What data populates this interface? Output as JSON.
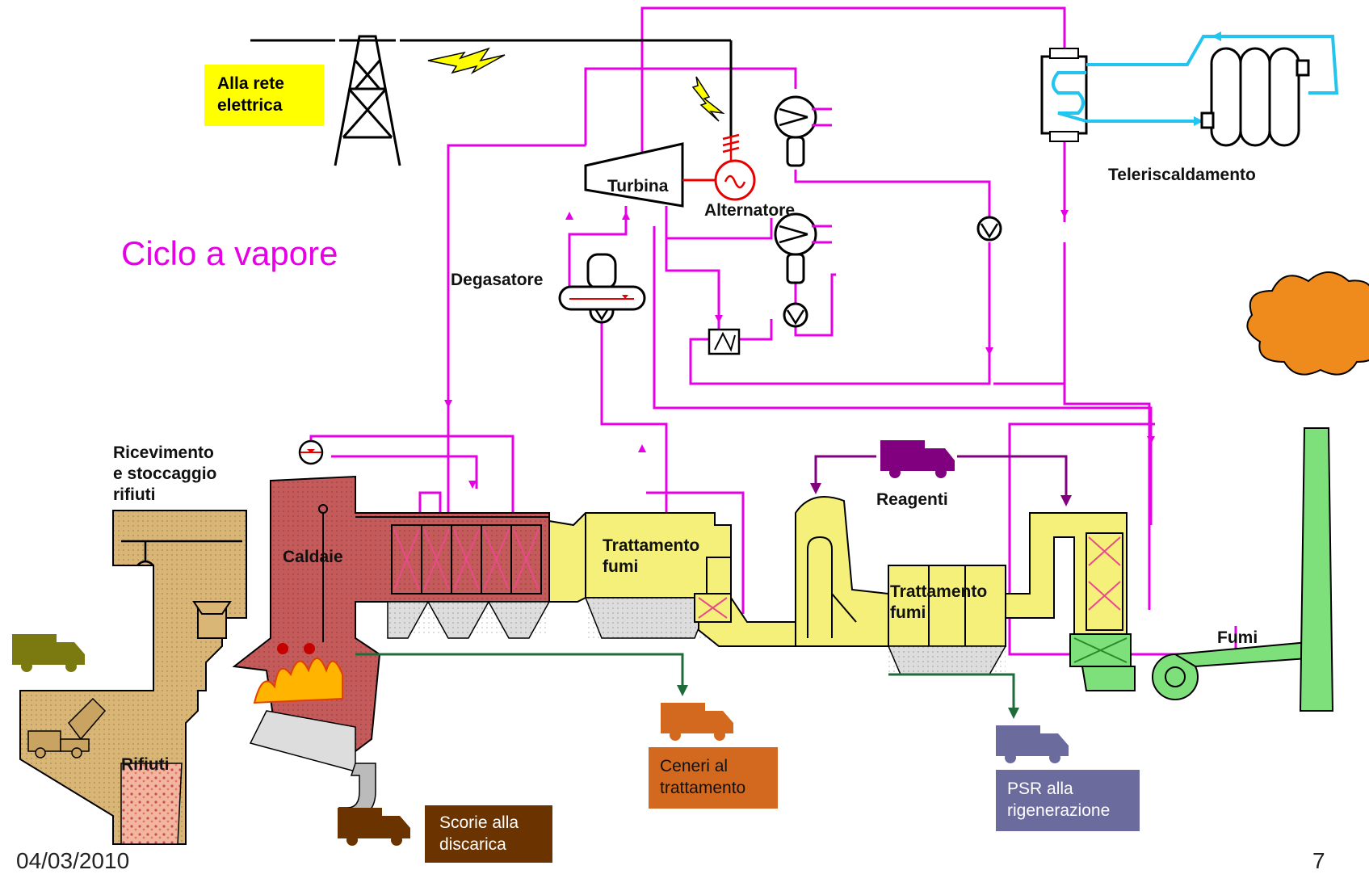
{
  "labels": {
    "rete": "Alla rete\nelettrica",
    "turbina": "Turbina",
    "alternatore": "Alternatore",
    "teleriscaldamento": "Teleriscaldamento",
    "ciclo": "Ciclo a vapore",
    "degasatore": "Degasatore",
    "ricevimento": "Ricevimento\ne stoccaggio\nrifiuti",
    "caldaie": "Caldaie",
    "trattamento1": "Trattamento\nfumi",
    "trattamento2": "Trattamento\nfumi",
    "reagenti": "Reagenti",
    "fumi": "Fumi",
    "rifiuti": "Rifiuti",
    "ceneri": "Ceneri al\ntrattamento",
    "psr": "PSR alla\nrigenerazione",
    "scorie": "Scorie alla\ndiscarica"
  },
  "footer": {
    "date": "04/03/2010",
    "page": "7"
  },
  "colors": {
    "steam": "#e600e6",
    "district_heating": "#22c4f0",
    "residue_line": "#1f6b3a",
    "boiler": "#c45a5a",
    "waste_bunker": "#d9b676",
    "flue_treatment": "#f4f07a",
    "stack": "#7de07a",
    "smoke": "#ef8a1c",
    "reagent_truck": "#800080",
    "ash_truck": "#d2691e",
    "psr_truck": "#6b6b9e",
    "slag_truck": "#6b3300",
    "waste_truck": "#7a7a10",
    "grid_box": "#ffff00",
    "lightning": "#ffff00"
  }
}
